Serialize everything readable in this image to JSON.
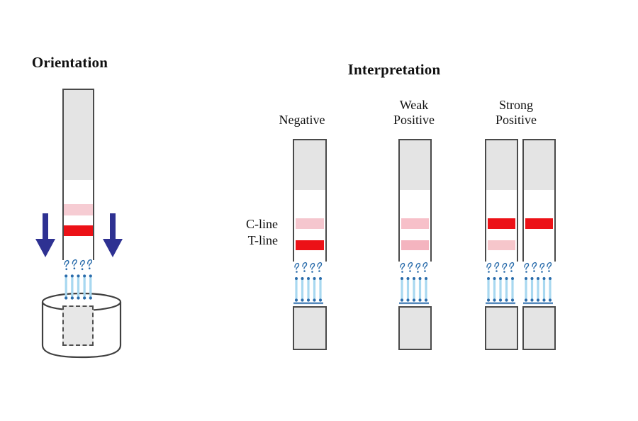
{
  "colors": {
    "red_line": "#ec1117",
    "faint_pink_line": "#f5c3cb",
    "navy_arrow": "#2e3192",
    "wick_light_blue": "#a8d8f0",
    "wick_dark_blue": "#2a6cab",
    "strip_gray": "#e4e4e4",
    "strip_border": "#4a4a4a"
  },
  "orientation": {
    "title": "Orientation",
    "strip": {
      "c_line": "faint",
      "c_color": "#f6ccd3",
      "t_line": "strong",
      "t_color": "#ec1117"
    },
    "arrows": "two navy arrows pointing down toward sample cup",
    "cup": "sample cup with submerged strip pad shown dashed"
  },
  "interpretation": {
    "title": "Interpretation",
    "line_labels": {
      "c": "C-line",
      "t": "T-line"
    },
    "columns": [
      {
        "label_lines": [
          "Negative"
        ],
        "strips": [
          {
            "c_line": "faint",
            "c_color": "#f5c6ce",
            "t_line": "strong",
            "t_color": "#ec1117"
          }
        ]
      },
      {
        "label_lines": [
          "Weak",
          "Positive"
        ],
        "strips": [
          {
            "c_line": "faint",
            "c_color": "#f7c0c9",
            "t_line": "faint",
            "t_color": "#f4b4bf"
          }
        ]
      },
      {
        "label_lines": [
          "Strong",
          "Positive"
        ],
        "strips": [
          {
            "c_line": "strong",
            "c_color": "#ec1117",
            "t_line": "faint",
            "t_color": "#f6c6cb"
          },
          {
            "c_line": "strong",
            "c_color": "#ec1117",
            "t_line": "none",
            "t_color": "transparent"
          }
        ]
      }
    ]
  }
}
